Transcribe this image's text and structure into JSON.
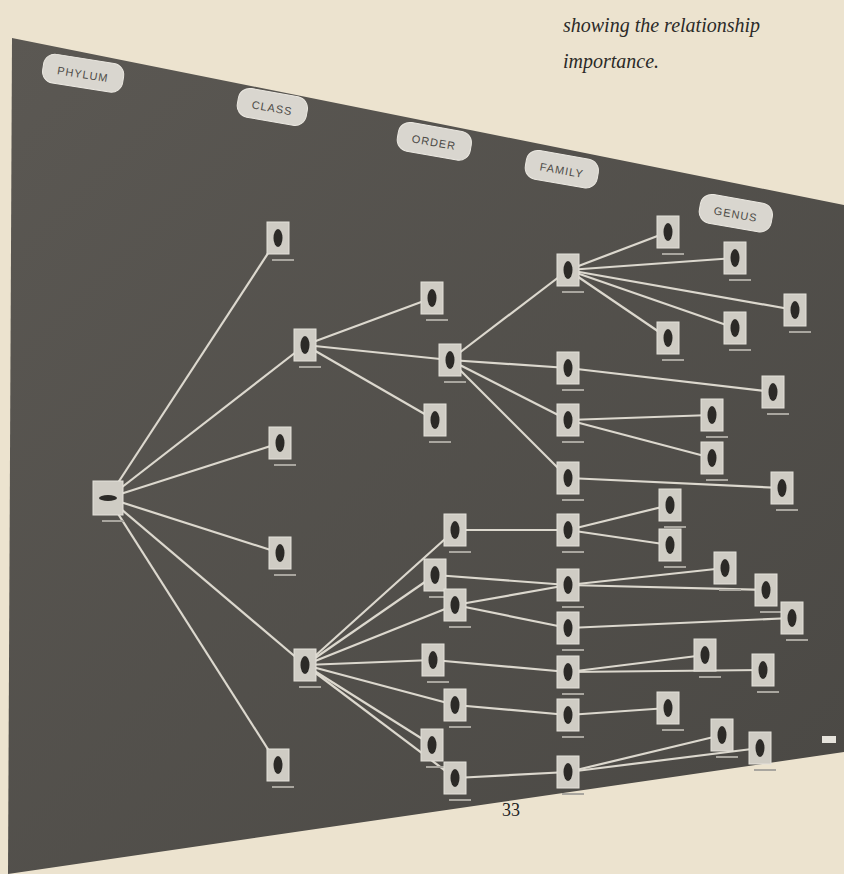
{
  "diagram": {
    "nodes": [
      {
        "text": [
          "PHYLUM"
        ]
      },
      {
        "text": [
          "CLASS"
        ]
      },
      {
        "text": [
          "ORDER"
        ]
      },
      {
        "text": [
          "FAMILY"
        ]
      },
      {
        "text": [
          "GENUS"
        ]
      }
    ],
    "labels": [
      "showing the relationship",
      "importance.",
      "33"
    ]
  }
}
